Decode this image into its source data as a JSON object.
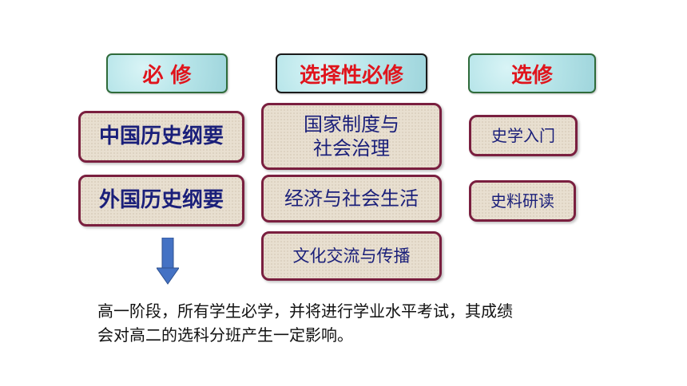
{
  "headers": {
    "required": "必 修",
    "selective_required": "选择性必修",
    "elective": "选修"
  },
  "required_courses": [
    "中国历史纲要",
    "外国历史纲要"
  ],
  "selective_courses": [
    "国家制度与\n社会治理",
    "经济与社会生活",
    "文化交流与传播"
  ],
  "elective_courses": [
    "史学入门",
    "史料研读"
  ],
  "note": "高一阶段，所有学生必学，并将进行学业水平考试，其成绩\n会对高二的选科分班产生一定影响。",
  "colors": {
    "header_text": "#e0141c",
    "box_text": "#1a1f7a",
    "box_border": "#7a1f3f",
    "arrow": "#4472c4"
  }
}
